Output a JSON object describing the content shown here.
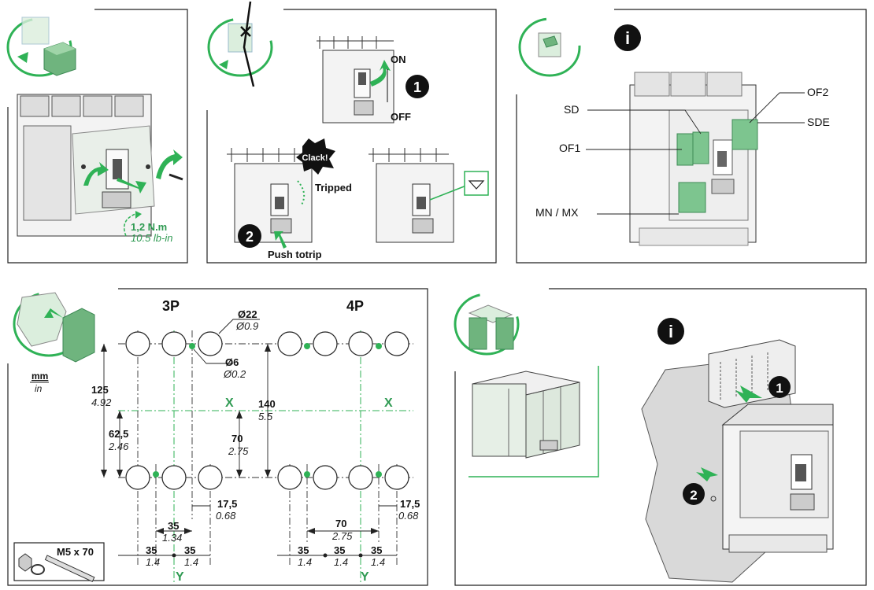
{
  "panel_top_left": {
    "torque_nm": "1,2 N.m",
    "torque_lbin": "10.5 lb-in"
  },
  "panel_top_middle": {
    "on_label": "ON",
    "off_label": "OFF",
    "step1": "1",
    "clack": "Clack!",
    "tripped": "Tripped",
    "step2": "2",
    "push_to_trip": "Push totrip"
  },
  "panel_top_right": {
    "info": "i",
    "sd": "SD",
    "of1": "OF1",
    "mn_mx": "MN / MX",
    "of2": "OF2",
    "sde": "SDE"
  },
  "panel_bottom_left": {
    "unit_mm": "mm",
    "unit_in": "in",
    "label_3p": "3P",
    "label_4p": "4P",
    "d22": "Ø22",
    "d09": "Ø0.9",
    "d6": "Ø6",
    "d02": "Ø0.2",
    "v125": "125",
    "v492": "4.92",
    "v625": "62,5",
    "v246": "2.46",
    "v140": "140",
    "v55": "5.5",
    "v70": "70",
    "v275": "2.75",
    "x_label": "X",
    "y_label": "Y",
    "v175": "17,5",
    "v068": "0.68",
    "v35": "35",
    "v134": "1.34",
    "v14": "1.4",
    "screw": "M5 x 70"
  },
  "panel_bottom_right": {
    "info": "i",
    "step1": "1",
    "step2": "2"
  }
}
